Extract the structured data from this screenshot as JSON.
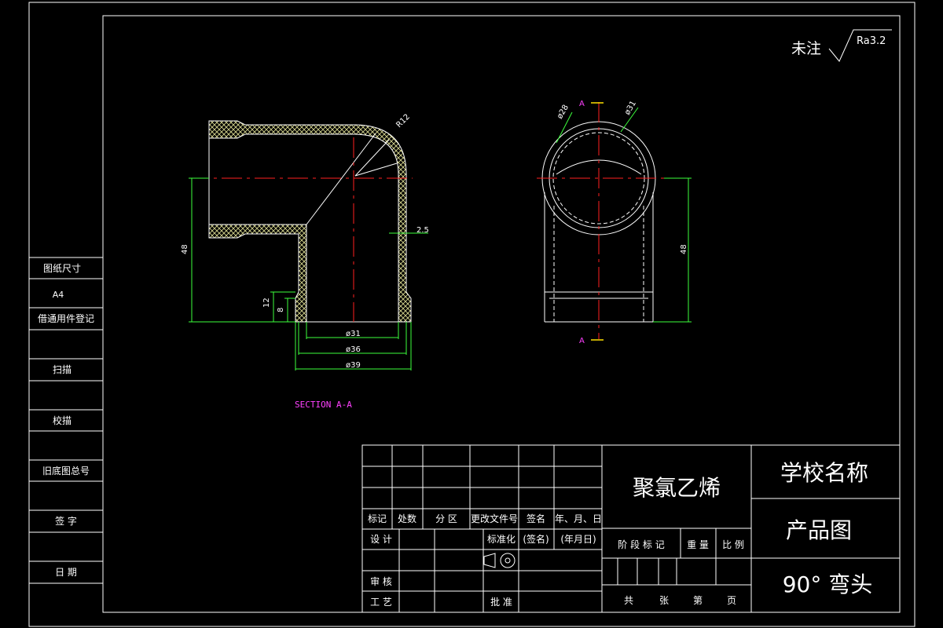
{
  "roughness": {
    "prefix": "未注",
    "value": "Ra3.2"
  },
  "section_label": "SECTION A-A",
  "section_mark": "A",
  "side_view": {
    "dims": {
      "radius": "R12",
      "wall": "2.5",
      "height": "48",
      "socket_depth": "12",
      "chamfer_depth": "8",
      "d_inner": "ø31",
      "d_mid": "ø36",
      "d_outer": "ø39"
    }
  },
  "front_view": {
    "dims": {
      "d_small": "ø28",
      "d_large": "ø31",
      "height": "48"
    }
  },
  "left_column": {
    "items": [
      "图纸尺寸",
      "A4",
      "借通用件登记",
      "",
      "扫描",
      "",
      "校描",
      "",
      "旧底图总号",
      "",
      "签 字",
      "",
      "日 期"
    ]
  },
  "title_block": {
    "headers": [
      "标记",
      "处数",
      "分 区",
      "更改文件号",
      "签名",
      "年、月、日"
    ],
    "design": "设 计",
    "standard": "标准化",
    "signature": "(签名)",
    "date": "(年月日)",
    "review": "审 核",
    "process": "工 艺",
    "approve": "批 准",
    "material": "聚氯乙烯",
    "school": "学校名称",
    "drawing_type": "产品图",
    "part_name": "90° 弯头",
    "stage_mark": "阶 段 标 记",
    "weight": "重 量",
    "scale": "比 例",
    "total": "共",
    "sheets": "张",
    "sheet_no": "第",
    "page": "页"
  }
}
